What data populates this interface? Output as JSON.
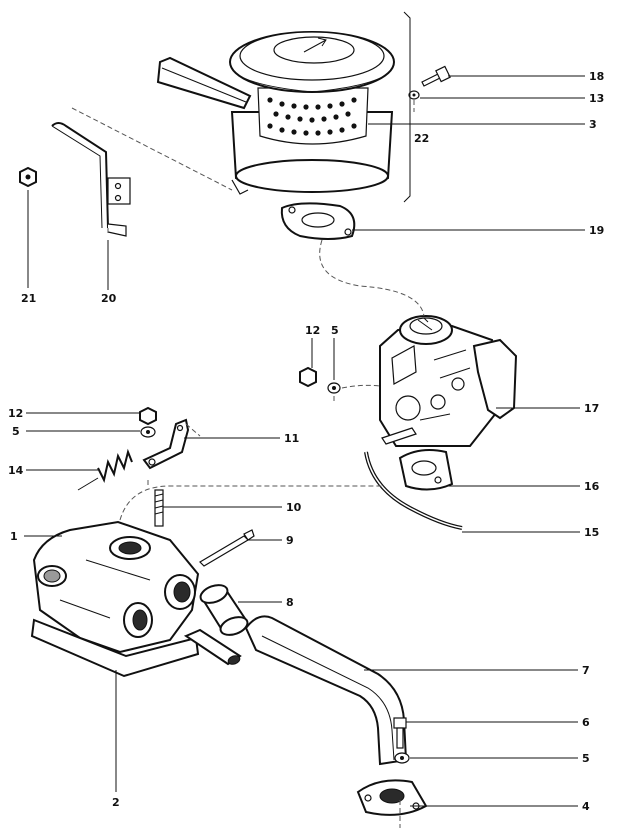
{
  "callouts": {
    "c18": "18",
    "c13": "13",
    "c3": "3",
    "c22": "22",
    "c19": "19",
    "c21": "21",
    "c20": "20",
    "c12a": "12",
    "c5a": "5",
    "c17": "17",
    "c12b": "12",
    "c5b": "5",
    "c11": "11",
    "c14": "14",
    "c1": "1",
    "c10": "10",
    "c16": "16",
    "c9": "9",
    "c15": "15",
    "c8": "8",
    "c7": "7",
    "c6": "6",
    "c5c": "5",
    "c4": "4",
    "c2": "2"
  },
  "colors": {
    "ink": "#111111",
    "paper": "#ffffff"
  }
}
